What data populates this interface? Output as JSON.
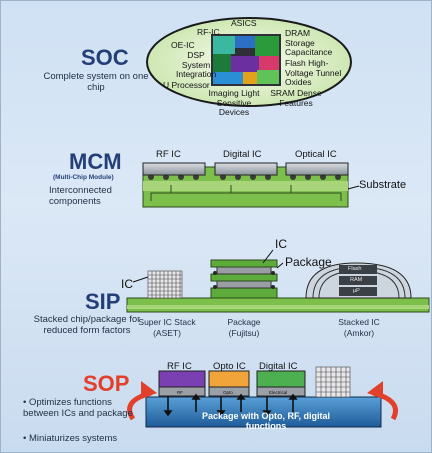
{
  "soc": {
    "title": "SOC",
    "desc": "Complete system on one chip",
    "labels": {
      "asics": "ASICS",
      "rf_ic": "RF-IC",
      "oe_ic": "OE-IC",
      "dsp": "DSP System Integration",
      "u_processor": "U Processor",
      "dram": "DRAM Storage Capacitance",
      "flash": "Flash High-Voltage Tunnel Oxides",
      "imaging": "Imaging Light Sensitive Devices",
      "sram": "SRAM Dense Features"
    }
  },
  "mcm": {
    "title": "MCM",
    "subtitle": "(Multi-Chip Module)",
    "desc": "Interconnected components",
    "chips": [
      "RF IC",
      "Digital IC",
      "Optical IC"
    ],
    "substrate": "Substrate"
  },
  "sip": {
    "title": "SIP",
    "desc": "Stacked chip/package for reduced form factors",
    "ic_label": "IC",
    "ic_label2": "IC",
    "package_label": "Package",
    "stacks": [
      {
        "name": "Super IC Stack",
        "sub": "(ASET)"
      },
      {
        "name": "Package",
        "sub": "(Fujitsu)"
      },
      {
        "name": "Stacked IC",
        "sub": "(Amkor)"
      }
    ],
    "stacked_layers": [
      "Flash",
      "RAM",
      "µP"
    ]
  },
  "sop": {
    "title": "SOP",
    "bullets": [
      "Optimizes functions between ICs and package",
      "Miniaturizes systems"
    ],
    "chips": [
      "RF IC",
      "Opto IC",
      "Digital IC"
    ],
    "chip_inner": [
      "RF",
      "Opto",
      "Electrical"
    ],
    "package": "Package with Opto, RF, digital functions"
  },
  "colors": {
    "title_blue": "#243f78",
    "sop_red": "#e2402b",
    "substrate_green": "#7cc04b"
  }
}
